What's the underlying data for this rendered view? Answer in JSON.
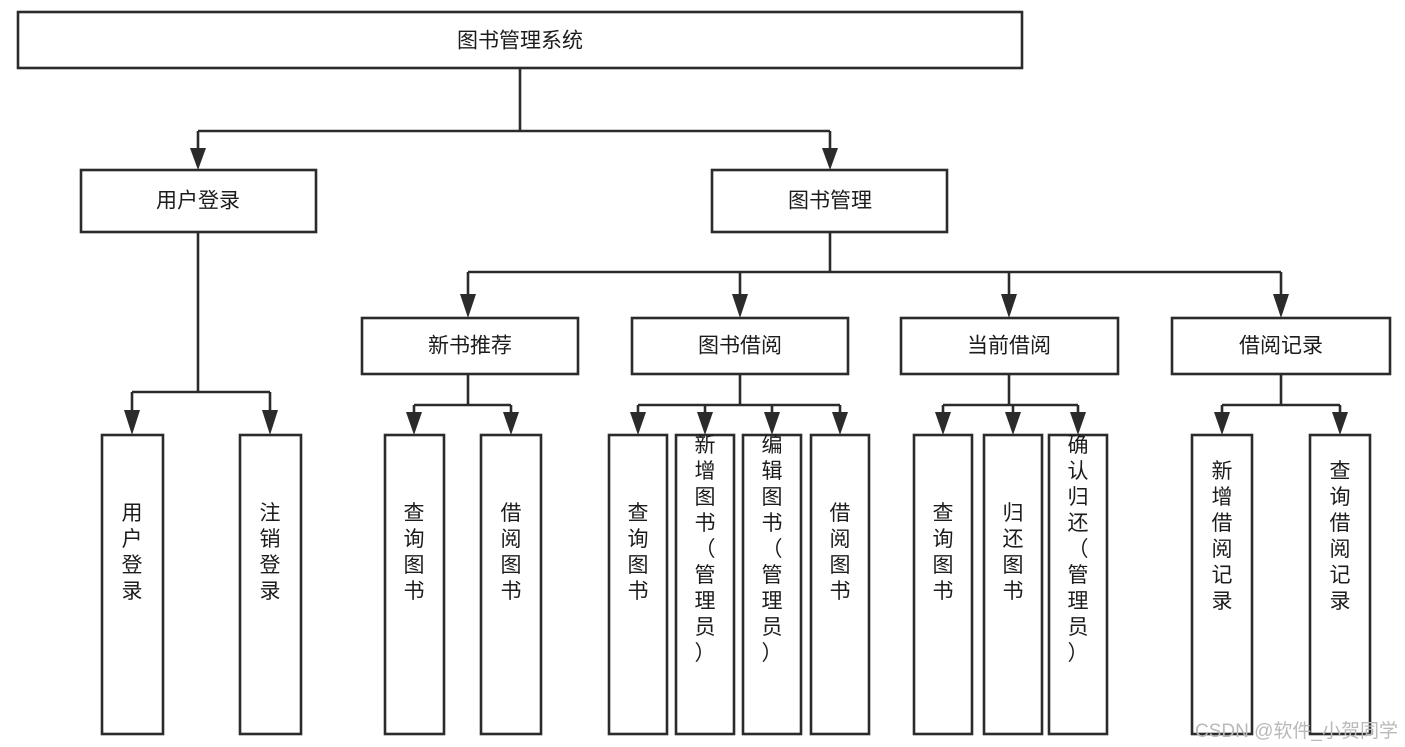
{
  "diagram": {
    "title": "图书管理系统",
    "type": "tree-hierarchy-diagram",
    "watermark": "CSDN @软件_小贺同学",
    "colors": {
      "box_stroke": "#2b2b2b",
      "box_fill": "#ffffff",
      "connector": "#2b2b2b",
      "text": "#1c1c1c",
      "watermark": "#b9b9b9",
      "background": "#ffffff"
    },
    "root": {
      "label": "图书管理系统",
      "orientation": "horizontal"
    },
    "level2": [
      {
        "label": "用户登录",
        "orientation": "horizontal"
      },
      {
        "label": "图书管理",
        "orientation": "horizontal"
      }
    ],
    "level3": [
      {
        "label": "新书推荐",
        "orientation": "horizontal",
        "parent": "图书管理"
      },
      {
        "label": "图书借阅",
        "orientation": "horizontal",
        "parent": "图书管理"
      },
      {
        "label": "当前借阅",
        "orientation": "horizontal",
        "parent": "图书管理"
      },
      {
        "label": "借阅记录",
        "orientation": "horizontal",
        "parent": "图书管理"
      }
    ],
    "leaves": {
      "用户登录": [
        {
          "label": "用户登录",
          "orientation": "vertical"
        },
        {
          "label": "注销登录",
          "orientation": "vertical"
        }
      ],
      "新书推荐": [
        {
          "label": "查询图书",
          "orientation": "vertical"
        },
        {
          "label": "借阅图书",
          "orientation": "vertical"
        }
      ],
      "图书借阅": [
        {
          "label": "查询图书",
          "orientation": "vertical"
        },
        {
          "label": "新增图书（管理员）",
          "orientation": "vertical"
        },
        {
          "label": "编辑图书（管理员）",
          "orientation": "vertical"
        },
        {
          "label": "借阅图书",
          "orientation": "vertical"
        }
      ],
      "当前借阅": [
        {
          "label": "查询图书",
          "orientation": "vertical"
        },
        {
          "label": "归还图书",
          "orientation": "vertical"
        },
        {
          "label": "确认归还（管理员）",
          "orientation": "vertical"
        }
      ],
      "借阅记录": [
        {
          "label": "新增借阅记录",
          "orientation": "vertical"
        },
        {
          "label": "查询借阅记录",
          "orientation": "vertical"
        }
      ]
    },
    "labels": {
      "root_title": "图书管理系统",
      "n_user_login": "用户登录",
      "n_book_mgmt": "图书管理",
      "n_new_book_rec": "新书推荐",
      "n_book_borrow": "图书借阅",
      "n_current_borrow": "当前借阅",
      "n_borrow_record": "借阅记录",
      "l_user_login": "用户登录",
      "l_logout": "注销登录",
      "l_query_book_a": "查询图书",
      "l_borrow_book_a": "借阅图书",
      "l_query_book_b": "查询图书",
      "l_add_book": "新增图书（管理员）",
      "l_edit_book": "编辑图书（管理员）",
      "l_borrow_book_b": "借阅图书",
      "l_query_book_c": "查询图书",
      "l_return_book": "归还图书",
      "l_confirm_return": "确认归还（管理员）",
      "l_add_record": "新增借阅记录",
      "l_query_record": "查询借阅记录"
    }
  }
}
